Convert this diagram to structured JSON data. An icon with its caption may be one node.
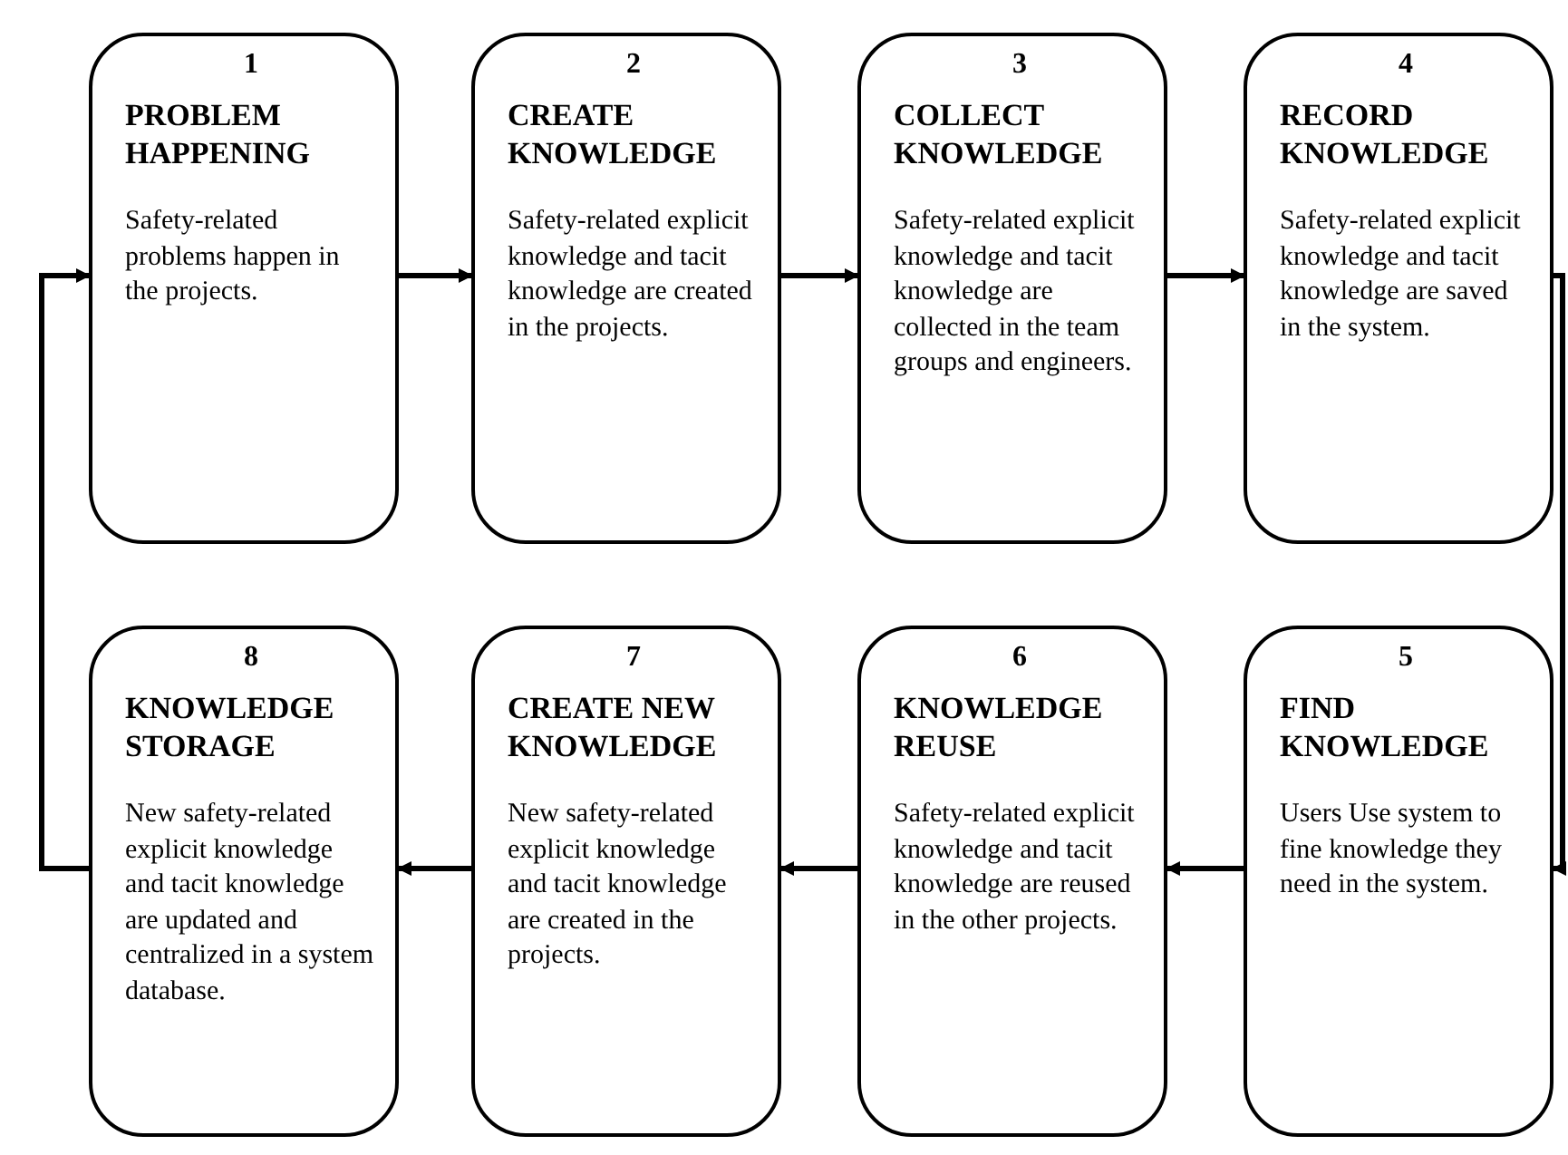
{
  "diagram": {
    "nodes": [
      {
        "text": [
          "1",
          "PROBLEM HAPPENING",
          "Safety-related problems happen in the projects."
        ]
      },
      {
        "text": [
          "2",
          "CREATE KNOWLEDGE",
          "Safety-related explicit knowledge and tacit knowledge are created in the projects."
        ]
      },
      {
        "text": [
          "3",
          "COLLECT KNOWLEDGE",
          "Safety-related explicit knowledge and tacit knowledge are collected in the team groups and engineers."
        ]
      },
      {
        "text": [
          "4",
          "RECORD KNOWLEDGE",
          "Safety-related explicit knowledge and tacit knowledge are saved in the system."
        ]
      },
      {
        "text": [
          "5",
          "FIND KNOWLEDGE",
          "Users Use system to fine knowledge they need in the system."
        ]
      },
      {
        "text": [
          "6",
          "KNOWLEDGE REUSE",
          "Safety-related explicit knowledge and tacit knowledge are reused in the other projects."
        ]
      },
      {
        "text": [
          "7",
          "CREATE NEW KNOWLEDGE",
          "New safety-related explicit knowledge and tacit knowledge are created in the projects."
        ]
      },
      {
        "text": [
          "8",
          "KNOWLEDGE STORAGE",
          "New safety-related explicit knowledge and tacit knowledge are updated and centralized in a system database."
        ]
      }
    ],
    "edges": [
      {
        "from": 0,
        "to": 1,
        "arrow": "to"
      },
      {
        "from": 1,
        "to": 2,
        "arrow": "to"
      },
      {
        "from": 2,
        "to": 3,
        "arrow": "to"
      },
      {
        "from": 3,
        "to": 4,
        "arrow": "to"
      },
      {
        "from": 4,
        "to": 5,
        "arrow": "to"
      },
      {
        "from": 5,
        "to": 6,
        "arrow": "to"
      },
      {
        "from": 6,
        "to": 7,
        "arrow": "to"
      },
      {
        "from": 7,
        "to": 0,
        "arrow": "to"
      }
    ]
  }
}
